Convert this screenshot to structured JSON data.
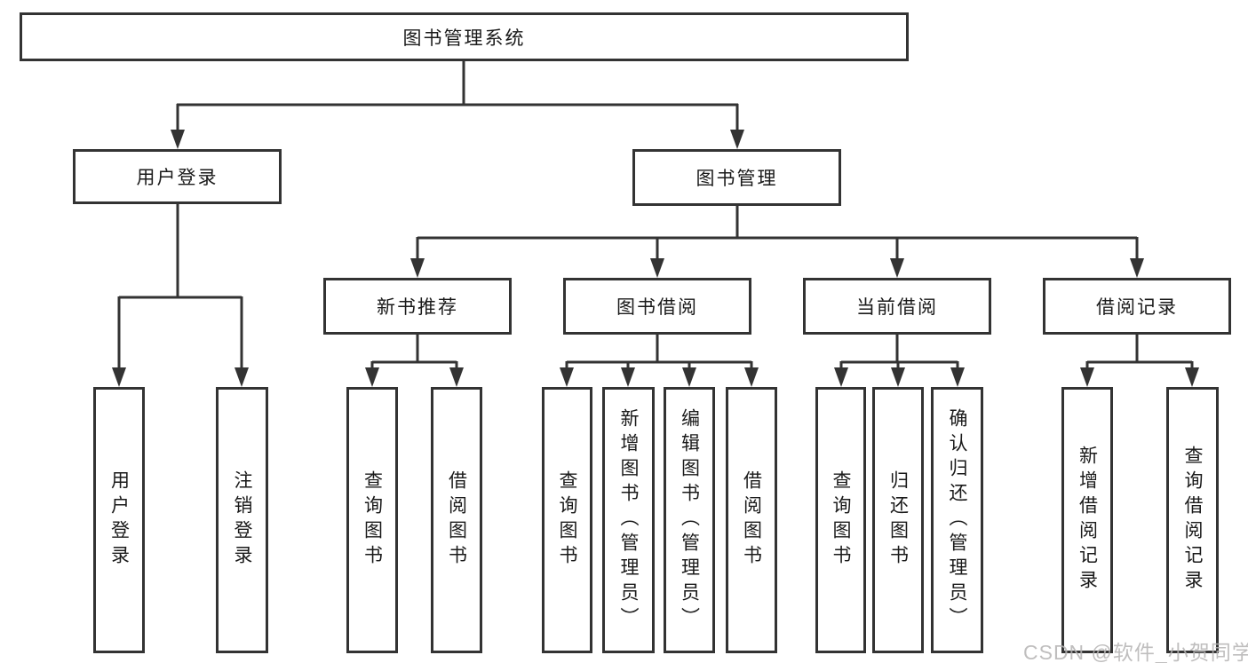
{
  "diagram": {
    "tree": {
      "root": {
        "label": "图书管理系统",
        "children": [
          {
            "label": "用户登录",
            "children": [
              {
                "label": "用户登录"
              },
              {
                "label": "注销登录"
              }
            ]
          },
          {
            "label": "图书管理",
            "children": [
              {
                "label": "新书推荐",
                "children": [
                  {
                    "label": "查询图书"
                  },
                  {
                    "label": "借阅图书"
                  }
                ]
              },
              {
                "label": "图书借阅",
                "children": [
                  {
                    "label": "查询图书"
                  },
                  {
                    "label": "新增图书（管理员）"
                  },
                  {
                    "label": "编辑图书（管理员）"
                  },
                  {
                    "label": "借阅图书"
                  }
                ]
              },
              {
                "label": "当前借阅",
                "children": [
                  {
                    "label": "查询图书"
                  },
                  {
                    "label": "归还图书"
                  },
                  {
                    "label": "确认归还（管理员）"
                  }
                ]
              },
              {
                "label": "借阅记录",
                "children": [
                  {
                    "label": "新增借阅记录"
                  },
                  {
                    "label": "查询借阅记录"
                  }
                ]
              }
            ]
          }
        ]
      }
    },
    "colors": {
      "line": "#333333",
      "box_border": "#333333",
      "text": "#1a1a1a",
      "background": "#ffffff",
      "watermark": "#b5b3b3"
    },
    "watermark_text": "CSDN @软件_小贺同学"
  }
}
